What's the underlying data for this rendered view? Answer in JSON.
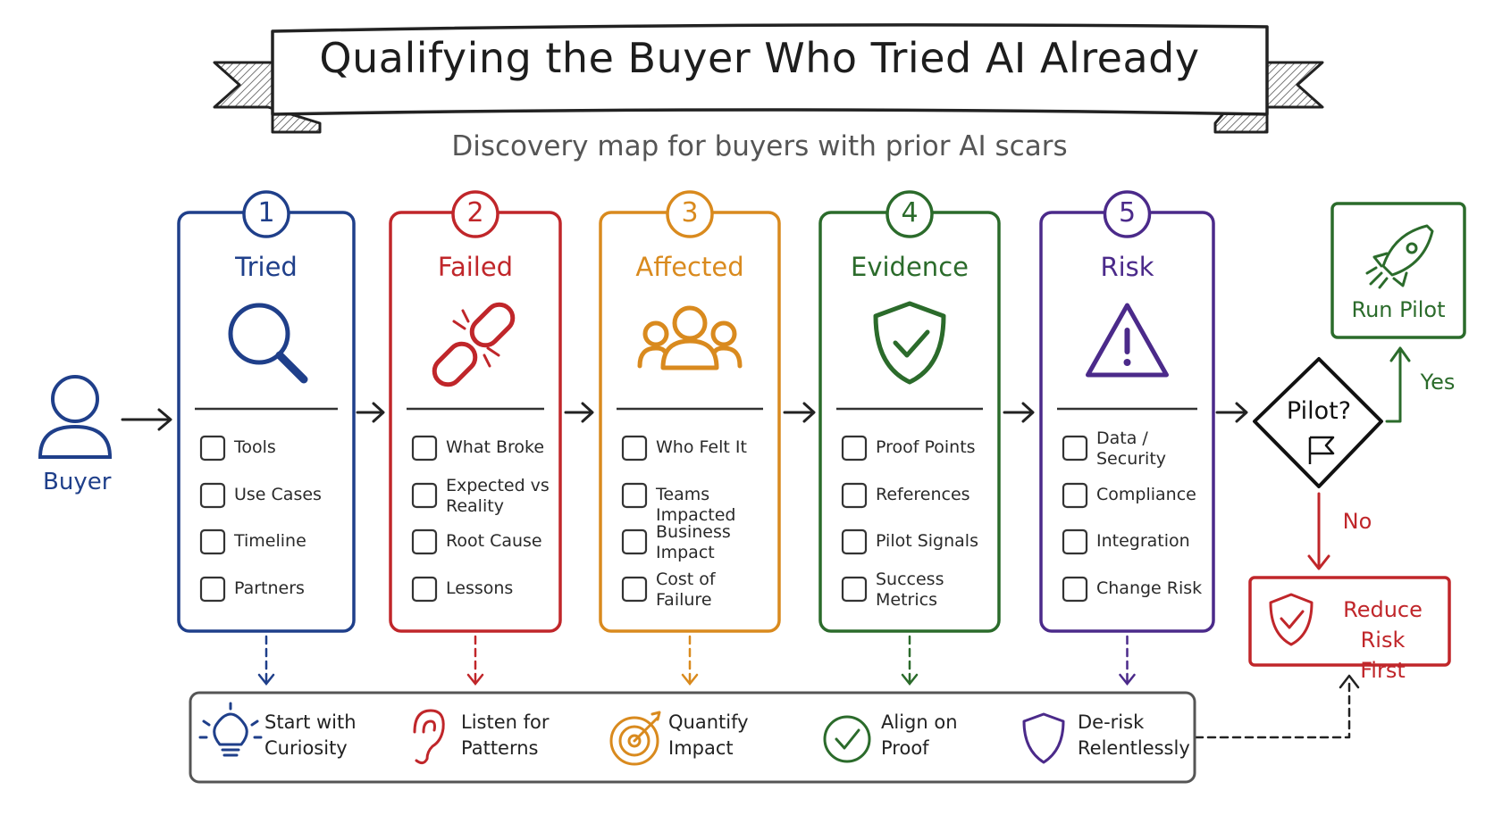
{
  "title": "Qualifying the Buyer Who Tried AI Already",
  "subtitle": "Discovery map for buyers with prior AI scars",
  "buyer": {
    "label": "Buyer",
    "icon": "person-icon",
    "color": "#1f3f8a"
  },
  "steps": [
    {
      "number": "1",
      "title": "Tried",
      "color": "#1f3f8a",
      "icon": "magnifier-icon",
      "items": [
        "Tools",
        "Use Cases",
        "Timeline",
        "Partners"
      ]
    },
    {
      "number": "2",
      "title": "Failed",
      "color": "#c0262a",
      "icon": "broken-link-icon",
      "items": [
        "What Broke",
        "Expected vs Reality",
        "Root Cause",
        "Lessons"
      ]
    },
    {
      "number": "3",
      "title": "Affected",
      "color": "#d98a1e",
      "icon": "people-icon",
      "items": [
        "Who Felt It",
        "Teams Impacted",
        "Business Impact",
        "Cost of Failure"
      ]
    },
    {
      "number": "4",
      "title": "Evidence",
      "color": "#2b6b2b",
      "icon": "shield-check-icon",
      "items": [
        "Proof Points",
        "References",
        "Pilot Signals",
        "Success Metrics"
      ]
    },
    {
      "number": "5",
      "title": "Risk",
      "color": "#4b2a8a",
      "icon": "warning-icon",
      "items": [
        "Data / Security",
        "Compliance",
        "Integration",
        "Change Risk"
      ]
    }
  ],
  "decision": {
    "label": "Pilot?",
    "yes_label": "Yes",
    "no_label": "No"
  },
  "run_pilot": {
    "label": "Run Pilot",
    "color": "#2b6b2b"
  },
  "reduce_risk": {
    "line1": "Reduce Risk",
    "line2": "First",
    "color": "#c0262a"
  },
  "principles": [
    {
      "line1": "Start with",
      "line2": "Curiosity",
      "icon": "lightbulb-icon",
      "color": "#1f3f8a"
    },
    {
      "line1": "Listen for",
      "line2": "Patterns",
      "icon": "ear-icon",
      "color": "#c0262a"
    },
    {
      "line1": "Quantify",
      "line2": "Impact",
      "icon": "target-icon",
      "color": "#d98a1e"
    },
    {
      "line1": "Align on",
      "line2": "Proof",
      "icon": "check-circle-icon",
      "color": "#2b6b2b"
    },
    {
      "line1": "De-risk",
      "line2": "Relentlessly",
      "icon": "shield-icon",
      "color": "#4b2a8a"
    }
  ]
}
